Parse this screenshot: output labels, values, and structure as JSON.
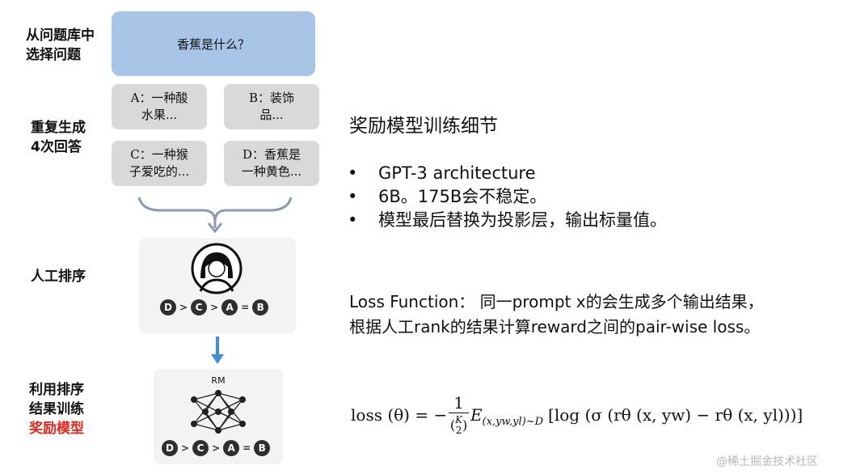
{
  "left": {
    "step1": [
      "从问题库中",
      "选择问题"
    ],
    "step2": [
      "重复生成",
      "4次回答"
    ],
    "step3": "人工排序",
    "step4_lines": [
      "利用排序",
      "结果训练"
    ],
    "step4_highlight": "奖励模型"
  },
  "question": "香蕉是什么？",
  "answers": [
    {
      "line1": "A：一种酸",
      "line2": "水果..."
    },
    {
      "line1": "B：装饰",
      "line2": "品..."
    },
    {
      "line1": "C：一种猴",
      "line2": "子爱吃的..."
    },
    {
      "line1": "D：香蕉是",
      "line2": "一种黄色..."
    }
  ],
  "ranking": {
    "items": [
      "D",
      "C",
      "A",
      "B"
    ],
    "ops": [
      ">",
      ">",
      "="
    ]
  },
  "rm_label": "RM",
  "right": {
    "title": "奖励模型训练细节",
    "bullets": [
      "GPT-3 architecture",
      "6B。175B会不稳定。",
      "模型最后替换为投影层，输出标量值。"
    ],
    "loss_line1": "Loss Function：  同一prompt x的会生成多个输出结果，",
    "loss_line2": "根据人工rank的结果计算reward之间的pair-wise loss。"
  },
  "formula": {
    "lhs": "loss (θ) = −",
    "frac_num": "1",
    "k": "K",
    "two": "2",
    "expect": "E",
    "sub": "(x,yw,yl)~D",
    "body": "[log (σ (rθ (x, yw) − rθ (x, yl)))]"
  },
  "watermark": "@稀土掘金技术社区",
  "colors": {
    "question_bg": "#a8c4e6",
    "answer_bg": "#d9d9d9",
    "arrow_blue": "#3d8fd6",
    "highlight_red": "#e8251b"
  }
}
